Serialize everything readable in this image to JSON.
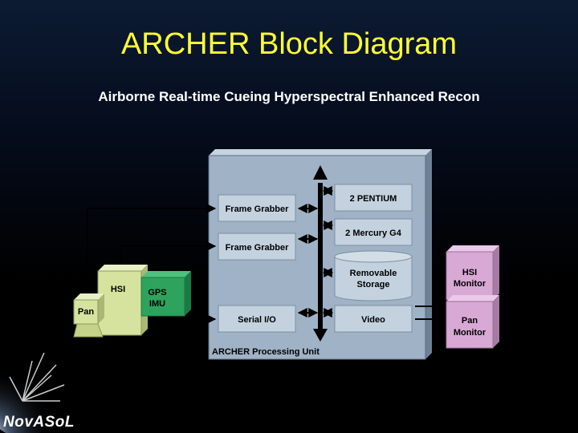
{
  "slide": {
    "title": "ARCHER Block Diagram",
    "subtitle": "Airborne Real-time Cueing Hyperspectral Enhanced Recon"
  },
  "diagram": {
    "processing_unit_label": "ARCHER Processing Unit",
    "blocks": {
      "frame_grabber_1": "Frame Grabber",
      "frame_grabber_2": "Frame Grabber",
      "serial_io": "Serial I/O",
      "pentium": "2 PENTIUM",
      "mercury": "2 Mercury G4",
      "storage_line1": "Removable",
      "storage_line2": "Storage",
      "video": "Video"
    },
    "sensors": {
      "hsi": "HSI",
      "pan": "Pan",
      "gps_line1": "GPS",
      "gps_line2": "IMU"
    },
    "monitors": {
      "hsi_line1": "HSI",
      "hsi_line2": "Monitor",
      "pan_line1": "Pan",
      "pan_line2": "Monitor"
    }
  },
  "branding": {
    "logo_text": "NovASoL"
  },
  "colors": {
    "title": "#ffff33",
    "unit_panel": "#9fb2c6",
    "block_fill": "#c3d2de",
    "hsi_sensor": "#d6e39e",
    "gps_sensor": "#2ea35d",
    "monitor": "#d9a9d6"
  }
}
